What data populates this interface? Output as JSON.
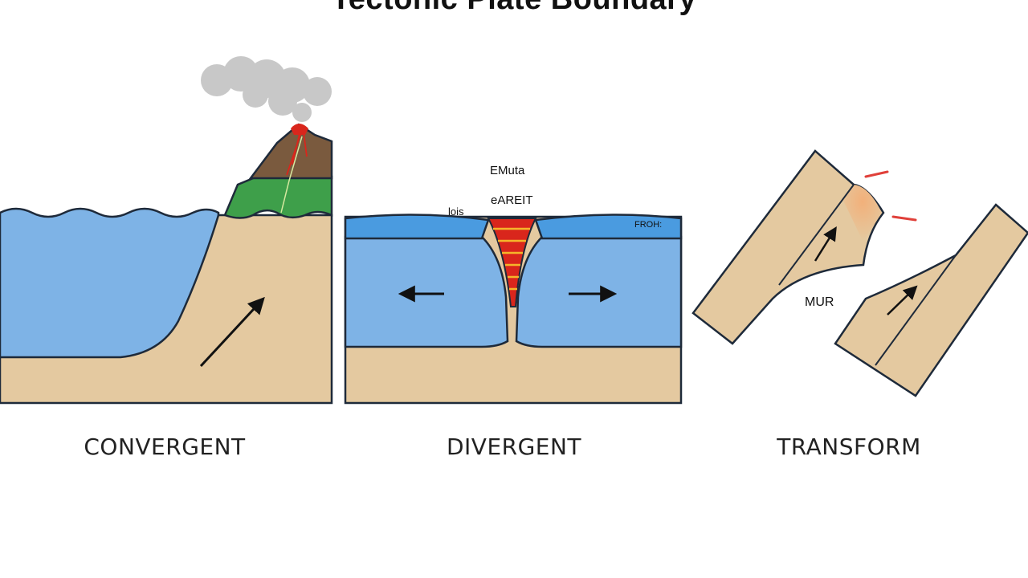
{
  "title": "Tectonic Plate Boundary",
  "panels": [
    {
      "label": "CONVERGENT"
    },
    {
      "label": "DIVERGENT",
      "annotations": [
        "EMuta",
        "eAREIT",
        "lois",
        "FROH:"
      ]
    },
    {
      "label": "TRANSFORM",
      "annotations": [
        "MUR"
      ]
    }
  ],
  "colors": {
    "ocean": "#7eb3e6",
    "ocean_surface": "#4a9be0",
    "crust": "#e4c9a0",
    "outline": "#1e2a3a",
    "vegetation": "#3e9f4a",
    "volcano": "#7a5a3e",
    "magma": "#d9261c",
    "magma_stripe": "#f5b52a",
    "smoke": "#c8c8c8",
    "stress": "#e0403a"
  },
  "icons": [
    "smoke-icon",
    "lava-icon",
    "arrow-icon"
  ]
}
